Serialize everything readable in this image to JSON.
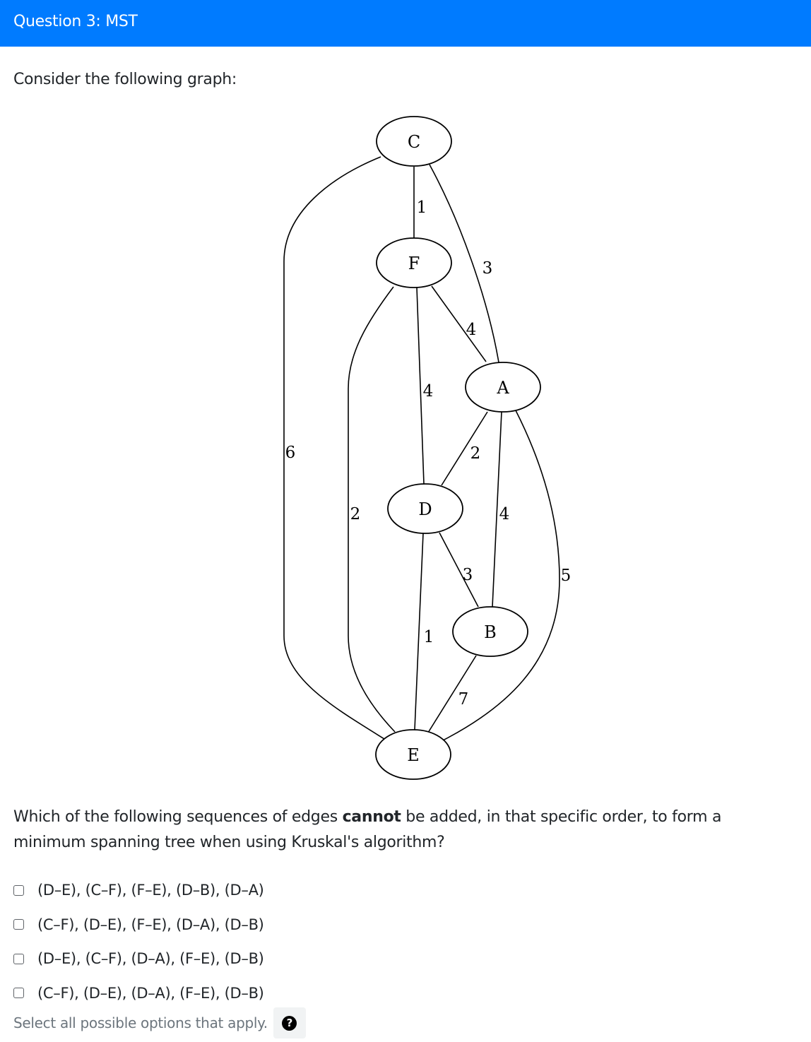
{
  "header": {
    "title": "Question 3: MST"
  },
  "intro": "Consider the following graph:",
  "graph": {
    "nodes": [
      {
        "id": "C",
        "label": "C"
      },
      {
        "id": "F",
        "label": "F"
      },
      {
        "id": "A",
        "label": "A"
      },
      {
        "id": "D",
        "label": "D"
      },
      {
        "id": "B",
        "label": "B"
      },
      {
        "id": "E",
        "label": "E"
      }
    ],
    "edges": [
      {
        "from": "C",
        "to": "F",
        "weight": "1"
      },
      {
        "from": "C",
        "to": "A",
        "weight": "3"
      },
      {
        "from": "C",
        "to": "E",
        "weight": "6"
      },
      {
        "from": "F",
        "to": "A",
        "weight": "4"
      },
      {
        "from": "F",
        "to": "D",
        "weight": "4"
      },
      {
        "from": "F",
        "to": "E",
        "weight": "2"
      },
      {
        "from": "A",
        "to": "D",
        "weight": "2"
      },
      {
        "from": "A",
        "to": "B",
        "weight": "4"
      },
      {
        "from": "A",
        "to": "E",
        "weight": "5"
      },
      {
        "from": "D",
        "to": "B",
        "weight": "3"
      },
      {
        "from": "D",
        "to": "E",
        "weight": "1"
      },
      {
        "from": "B",
        "to": "E",
        "weight": "7"
      }
    ]
  },
  "question": {
    "before": "Which of the following sequences of edges ",
    "emphasis": "cannot",
    "after": " be added, in that specific order, to form a minimum spanning tree when using Kruskal's algorithm?"
  },
  "options": [
    {
      "label": "(D–E), (C–F), (F–E), (D–B), (D–A)",
      "checked": false
    },
    {
      "label": "(C–F), (D–E), (F–E), (D–A), (D–B)",
      "checked": false
    },
    {
      "label": "(D–E), (C–F), (D–A), (F–E), (D–B)",
      "checked": false
    },
    {
      "label": "(C–F), (D–E), (D–A), (F–E), (D–B)",
      "checked": false
    }
  ],
  "hint": "Select all possible options that apply.",
  "help_icon": "question-circle-icon"
}
